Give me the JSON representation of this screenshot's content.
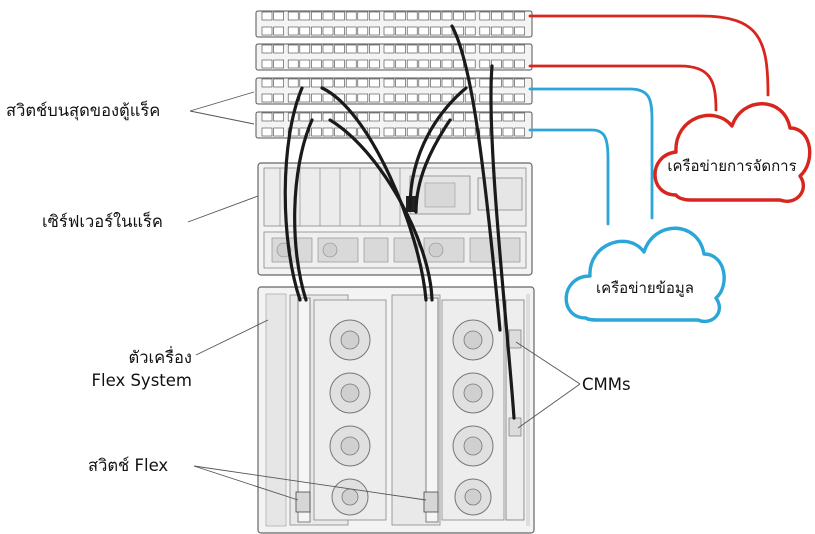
{
  "labels": {
    "tor_switch": "สวิตช์บนสุดของตู้แร็ค",
    "rack_server": "เซิร์ฟเวอร์ในแร็ค",
    "chassis_line1": "ตัวเครื่อง",
    "chassis_line2": "Flex System",
    "flex_switch": "สวิตช์ Flex",
    "cmms": "CMMs"
  },
  "clouds": {
    "management": "เครือข่ายการจัดการ",
    "data": "เครือข่ายข้อมูล"
  },
  "colors": {
    "management_cable": "#d7261e",
    "data_cable": "#2aa7d8",
    "internal_cable": "#1a1a1a",
    "hardware_fill": "#f2f2f2",
    "hardware_stroke": "#555555"
  },
  "icons": {
    "switch": "rack-switch-icon",
    "server": "rack-server-icon",
    "chassis": "flex-chassis-icon",
    "cloud": "network-cloud-icon"
  }
}
